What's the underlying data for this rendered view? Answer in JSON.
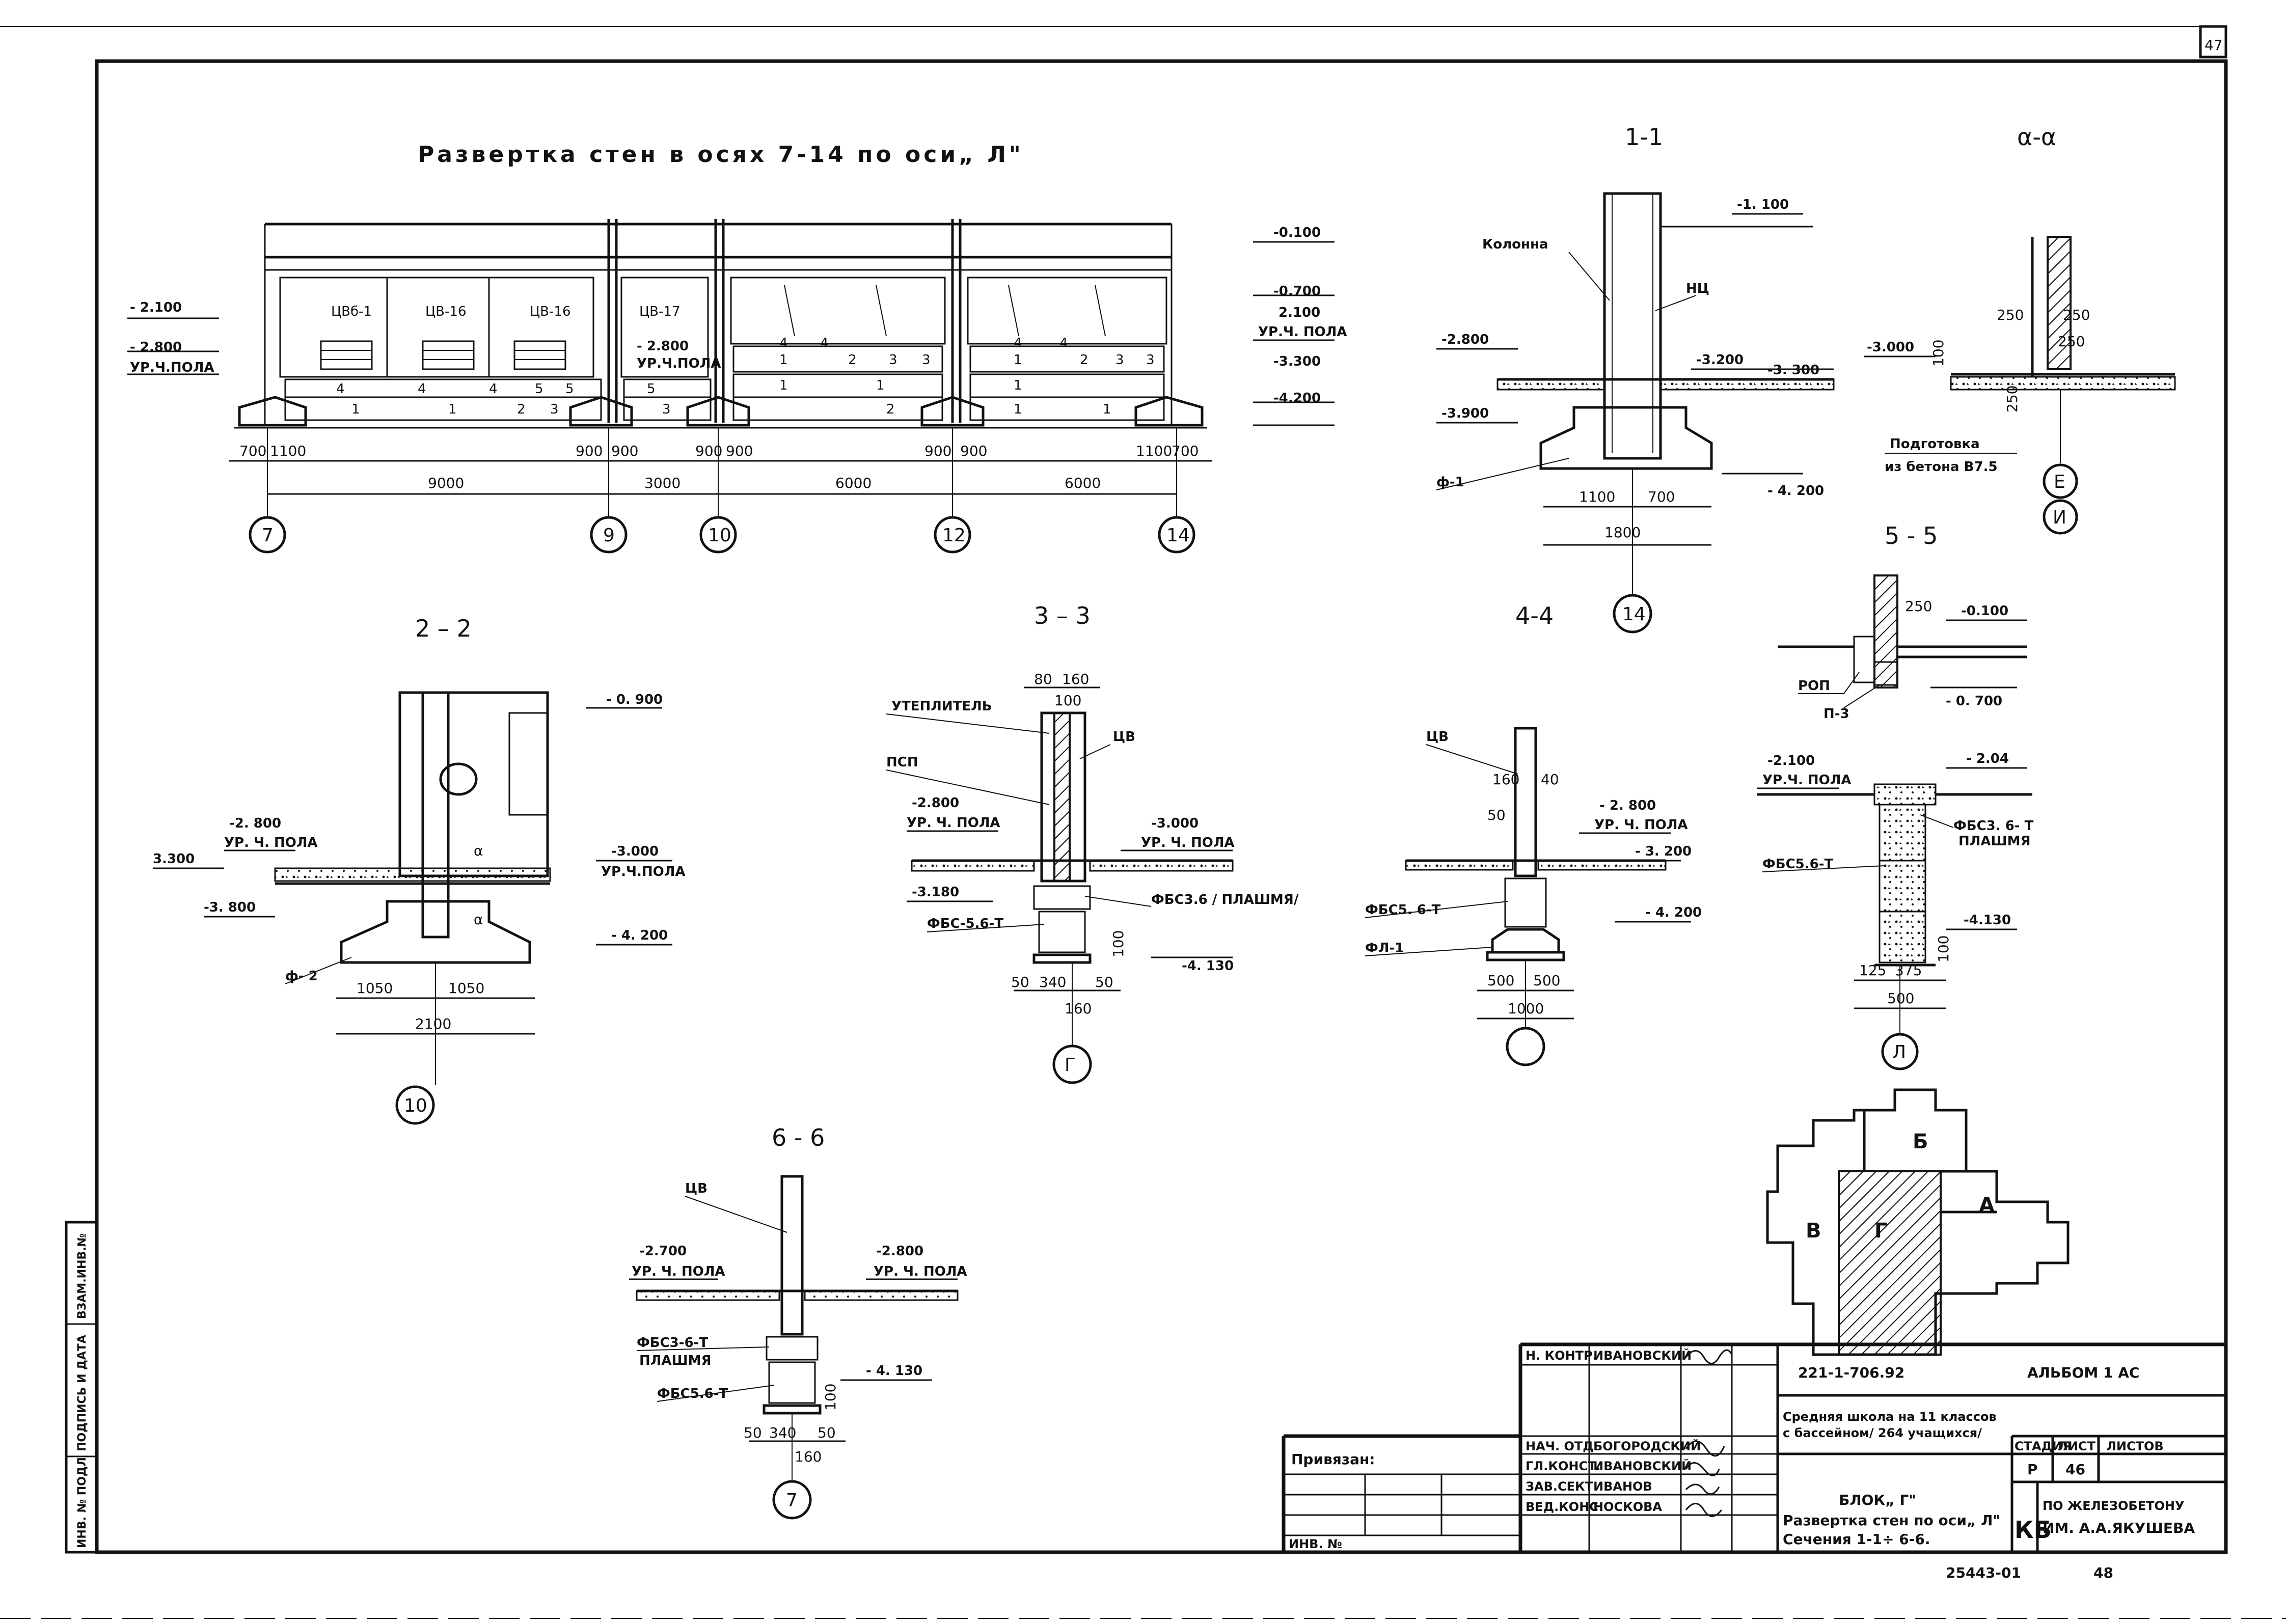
{
  "sheet": {
    "corner_number": "47",
    "main_title": "Развертка стен в осях 7-14 по оси„ Л\"",
    "bottom_stamp": "25443-01",
    "bottom_number": "48"
  },
  "elevation": {
    "panel_labels": [
      "ЦВб-1",
      "ЦВ-16",
      "ЦВ-16",
      "ЦВ-17"
    ],
    "block_numbers_row1": [
      "4",
      "4",
      "4",
      "5",
      "5",
      "5",
      "4",
      "4",
      "4",
      "4"
    ],
    "block_numbers_row2": [
      "1",
      "1",
      "2",
      "3",
      "3",
      "1",
      "2",
      "3",
      "3",
      "1",
      "2",
      "3",
      "3"
    ],
    "block_numbers_row3": [
      "1",
      "1",
      "1",
      "2",
      "1",
      "1"
    ],
    "levels_left": [
      "- 2.100",
      "- 2.800",
      "УР.Ч.ПОЛА"
    ],
    "levels_mid": [
      "- 2.800",
      "УР.Ч.ПОЛА"
    ],
    "levels_right": [
      "-0.100",
      "-0.700",
      "2.100",
      "УР.Ч. ПОЛА",
      "-3.300",
      "-4.200"
    ],
    "small_dims": [
      "700",
      "1100",
      "900",
      "900",
      "900",
      "900",
      "900",
      "900",
      "1100",
      "700"
    ],
    "spans": [
      "9000",
      "3000",
      "6000",
      "6000"
    ],
    "axes": [
      "7",
      "9",
      "10",
      "12",
      "14"
    ]
  },
  "sec_1_1": {
    "title": "1-1",
    "labels": [
      "Колонна",
      "НЦ",
      "ф-1"
    ],
    "levels": [
      "-1. 100",
      "-2.800",
      "-3.200",
      "-3. 300",
      "-3.900",
      "- 4. 200"
    ],
    "dims": [
      "1100",
      "700",
      "1800"
    ],
    "axis": "14"
  },
  "sec_a_a": {
    "title": "α-α",
    "levels": [
      "-3.000"
    ],
    "dims": [
      "100",
      "250",
      "250",
      "250",
      "250"
    ],
    "note_line1": "Подготовка",
    "note_line2": "из бетона В7.5",
    "axes": [
      "Е",
      "И"
    ]
  },
  "sec_2_2": {
    "title": "2 – 2",
    "labels": [
      "α",
      "α",
      "ф- 2"
    ],
    "levels": [
      "- 0. 900",
      "-2. 800",
      "УР. Ч. ПОЛА",
      "3.300",
      "-3.000",
      "УР.Ч.ПОЛА",
      "-3. 800",
      "- 4. 200"
    ],
    "dims": [
      "1050",
      "1050",
      "2100"
    ],
    "axis": "10"
  },
  "sec_3_3": {
    "title": "3 – 3",
    "labels": [
      "УТЕПЛИТЕЛЬ",
      "ПСП",
      "ЦВ",
      "ФБС3.6 / ПЛАШМЯ/",
      "ФБС-5.6-Т"
    ],
    "levels": [
      "-2.800",
      "УР. Ч. ПОЛА",
      "-3.000",
      "УР. Ч. ПОЛА",
      "-3.180",
      "-4. 130"
    ],
    "dims": [
      "80",
      "160",
      "100",
      "100",
      "50",
      "340",
      "50",
      "160"
    ],
    "axis": "Г"
  },
  "sec_4_4": {
    "title": "4-4",
    "labels": [
      "ЦВ",
      "ФБС5. 6-Т",
      "ФЛ-1"
    ],
    "levels": [
      "- 2. 800",
      "УР. Ч. ПОЛА",
      "- 3. 200",
      "- 4. 200"
    ],
    "dims": [
      "160",
      "40",
      "50",
      "500",
      "500",
      "1000"
    ]
  },
  "sec_5_5": {
    "title": "5 - 5",
    "labels": [
      "РОП",
      "П-3",
      "ФБС3. 6- Т",
      "ПЛАШМЯ",
      "ФБС5.6-Т"
    ],
    "levels": [
      "-0.100",
      "- 0. 700",
      "-2.100",
      "УР.Ч. ПОЛА",
      "- 2.04",
      "-4.130"
    ],
    "dims": [
      "250",
      "100",
      "125",
      "375",
      "500"
    ],
    "axis": "Л"
  },
  "sec_6_6": {
    "title": "6 - 6",
    "labels": [
      "ЦВ",
      "ФБС3-6-Т",
      "ПЛАШМЯ",
      "ФБС5.6-Т"
    ],
    "levels": [
      "-2.700",
      "УР. Ч. ПОЛА",
      "-2.800",
      "УР. Ч. ПОЛА",
      "- 4. 130"
    ],
    "dims": [
      "100",
      "50",
      "340",
      "50",
      "160"
    ],
    "axis": "7"
  },
  "key_plan": {
    "blocks": [
      "Б",
      "В",
      "Г",
      "А"
    ]
  },
  "title_block": {
    "code": "221-1-706.92",
    "album": "АЛЬБОМ 1 АС",
    "roles": [
      "Н. КОНТР.",
      "НАЧ. ОТД",
      "ГЛ.КОНСТ.",
      "ЗАВ.СЕКТ",
      "ВЕД.КОНС"
    ],
    "names": [
      "ИВАНОВСКИЙ",
      "БОГОРОДСКИЙ",
      "ИВАНОВСКИЙ",
      "ИВАНОВ",
      "НОСКОВА"
    ],
    "bound": "Привязан:",
    "inv": "ИНВ. №",
    "project_line1": "Средняя школа на 11 классов",
    "project_line2": "с бассейном/ 264 учащихся/",
    "sheet_desc_line1": "БЛОК„ Г\"",
    "sheet_desc_line2": "Развертка стен по оси„ Л\"",
    "sheet_desc_line3": "Сечения 1-1÷ 6-6.",
    "stage_h": "СТАДИЯ",
    "sheet_h": "ЛИСТ",
    "sheets_h": "ЛИСТОВ",
    "stage": "Р",
    "sheet": "46",
    "org_mark": "КБ",
    "org_line1": "ПО ЖЕЛЕЗОБЕТОНУ",
    "org_line2": "ИМ. А.А.ЯКУШЕВА"
  },
  "margin_stamp": [
    "ИНВ. № ПОДЛ",
    "ПОДПИСЬ И ДАТА",
    "ВЗАМ.ИНВ.№"
  ]
}
